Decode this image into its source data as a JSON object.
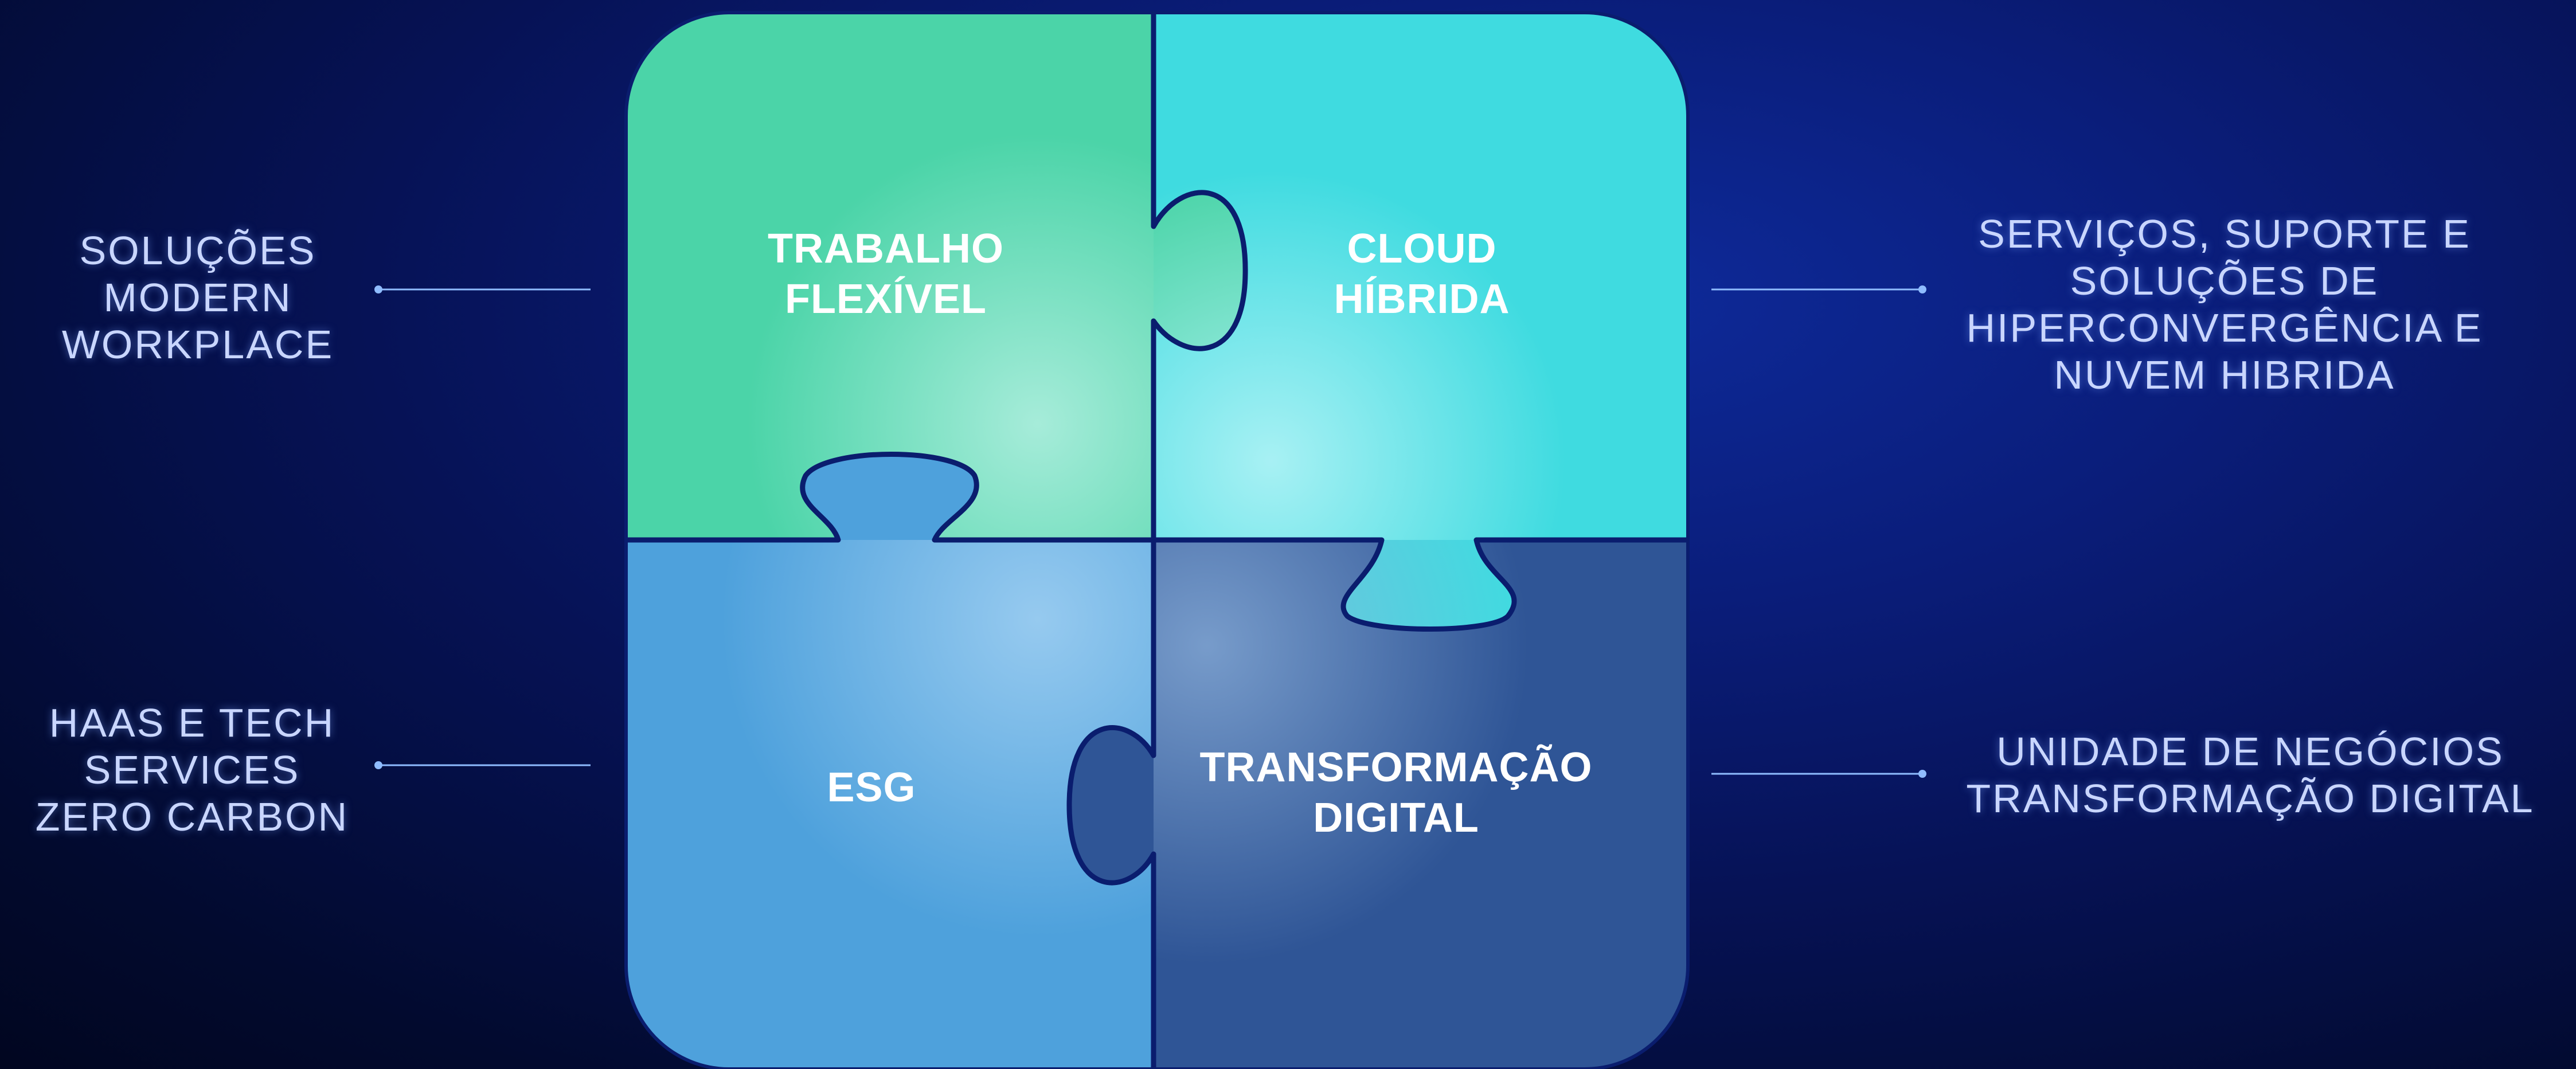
{
  "pieces": {
    "top_left": {
      "lines": [
        "TRABALHO",
        "FLEXÍVEL"
      ],
      "color": "#4bd4a8"
    },
    "top_right": {
      "lines": [
        "CLOUD",
        "HÍBRIDA"
      ],
      "color": "#3fdbe0"
    },
    "bottom_left": {
      "lines": [
        "ESG"
      ],
      "color": "#4ea1dc"
    },
    "bottom_right": {
      "lines": [
        "TRANSFORMAÇÃO",
        "DIGITAL"
      ],
      "color": "#2f5596"
    }
  },
  "side_labels": {
    "top_left": {
      "lines": [
        "SOLUÇÕES",
        "MODERN",
        "WORKPLACE"
      ]
    },
    "bottom_left": {
      "lines": [
        "HAAS E TECH",
        "SERVICES",
        "ZERO CARBON"
      ]
    },
    "top_right": {
      "lines": [
        "SERVIÇOS, SUPORTE E",
        "SOLUÇÕES DE",
        "HIPERCONVERGÊNCIA E",
        "NUVEM HIBRIDA"
      ]
    },
    "bottom_right": {
      "lines": [
        "UNIDADE DE NEGÓCIOS",
        "TRANSFORMAÇÃO DIGITAL"
      ]
    }
  },
  "colors": {
    "connector": "#6fa8ff",
    "outline": "#0a1d6e"
  }
}
